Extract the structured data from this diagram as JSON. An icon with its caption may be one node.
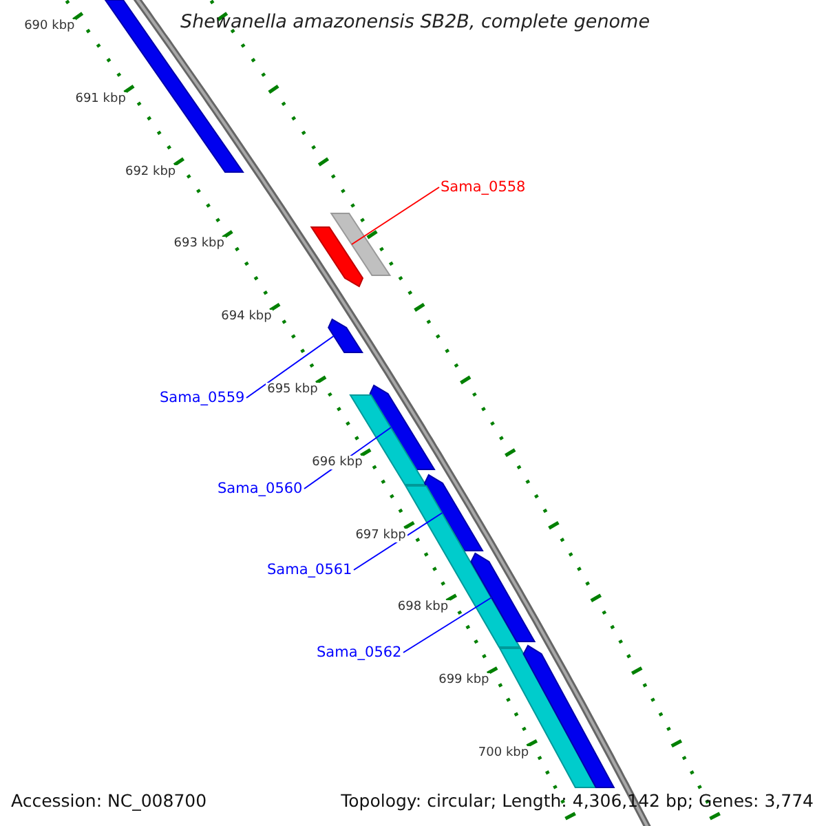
{
  "diagram": {
    "title": "Shewanella amazonensis SB2B, complete genome",
    "nodes": [
      {
        "text": [],
        "shape": "bar"
      },
      {
        "text": [
          "Sama_0558"
        ]
      },
      {
        "text": [],
        "shape": "bar"
      },
      {
        "text": [],
        "shape": "bar"
      },
      {
        "text": [
          "Sama_0559"
        ]
      },
      {
        "text": [],
        "shape": "bar"
      },
      {
        "text": [
          "Sama_0560"
        ]
      },
      {
        "text": [],
        "shape": "bar"
      },
      {
        "text": [],
        "shape": "bar"
      },
      {
        "text": [
          "Sama_0561"
        ]
      },
      {
        "text": [],
        "shape": "bar"
      },
      {
        "text": [],
        "shape": "bar"
      },
      {
        "text": [
          "Sama_0562"
        ]
      },
      {
        "text": [],
        "shape": "bar"
      },
      {
        "text": [],
        "shape": "bar"
      },
      {
        "text": [],
        "shape": "bar"
      }
    ],
    "edges": [
      {
        "from": 1,
        "to": 2,
        "arrow": "none",
        "color": "#ff0000"
      },
      {
        "from": 4,
        "to": 5,
        "arrow": "none"
      },
      {
        "from": 6,
        "to": 7,
        "arrow": "none"
      },
      {
        "from": 9,
        "to": 10,
        "arrow": "none"
      },
      {
        "from": 12,
        "to": 13,
        "arrow": "none"
      }
    ],
    "labels": [
      "690 kbp",
      "691 kbp",
      "692 kbp",
      "693 kbp",
      "694 kbp",
      "695 kbp",
      "696 kbp",
      "697 kbp",
      "698 kbp",
      "699 kbp",
      "700 kbp",
      "Accession: NC_008700",
      "Topology: circular; Length: 4,306,142 bp; Genes: 3,774"
    ]
  }
}
